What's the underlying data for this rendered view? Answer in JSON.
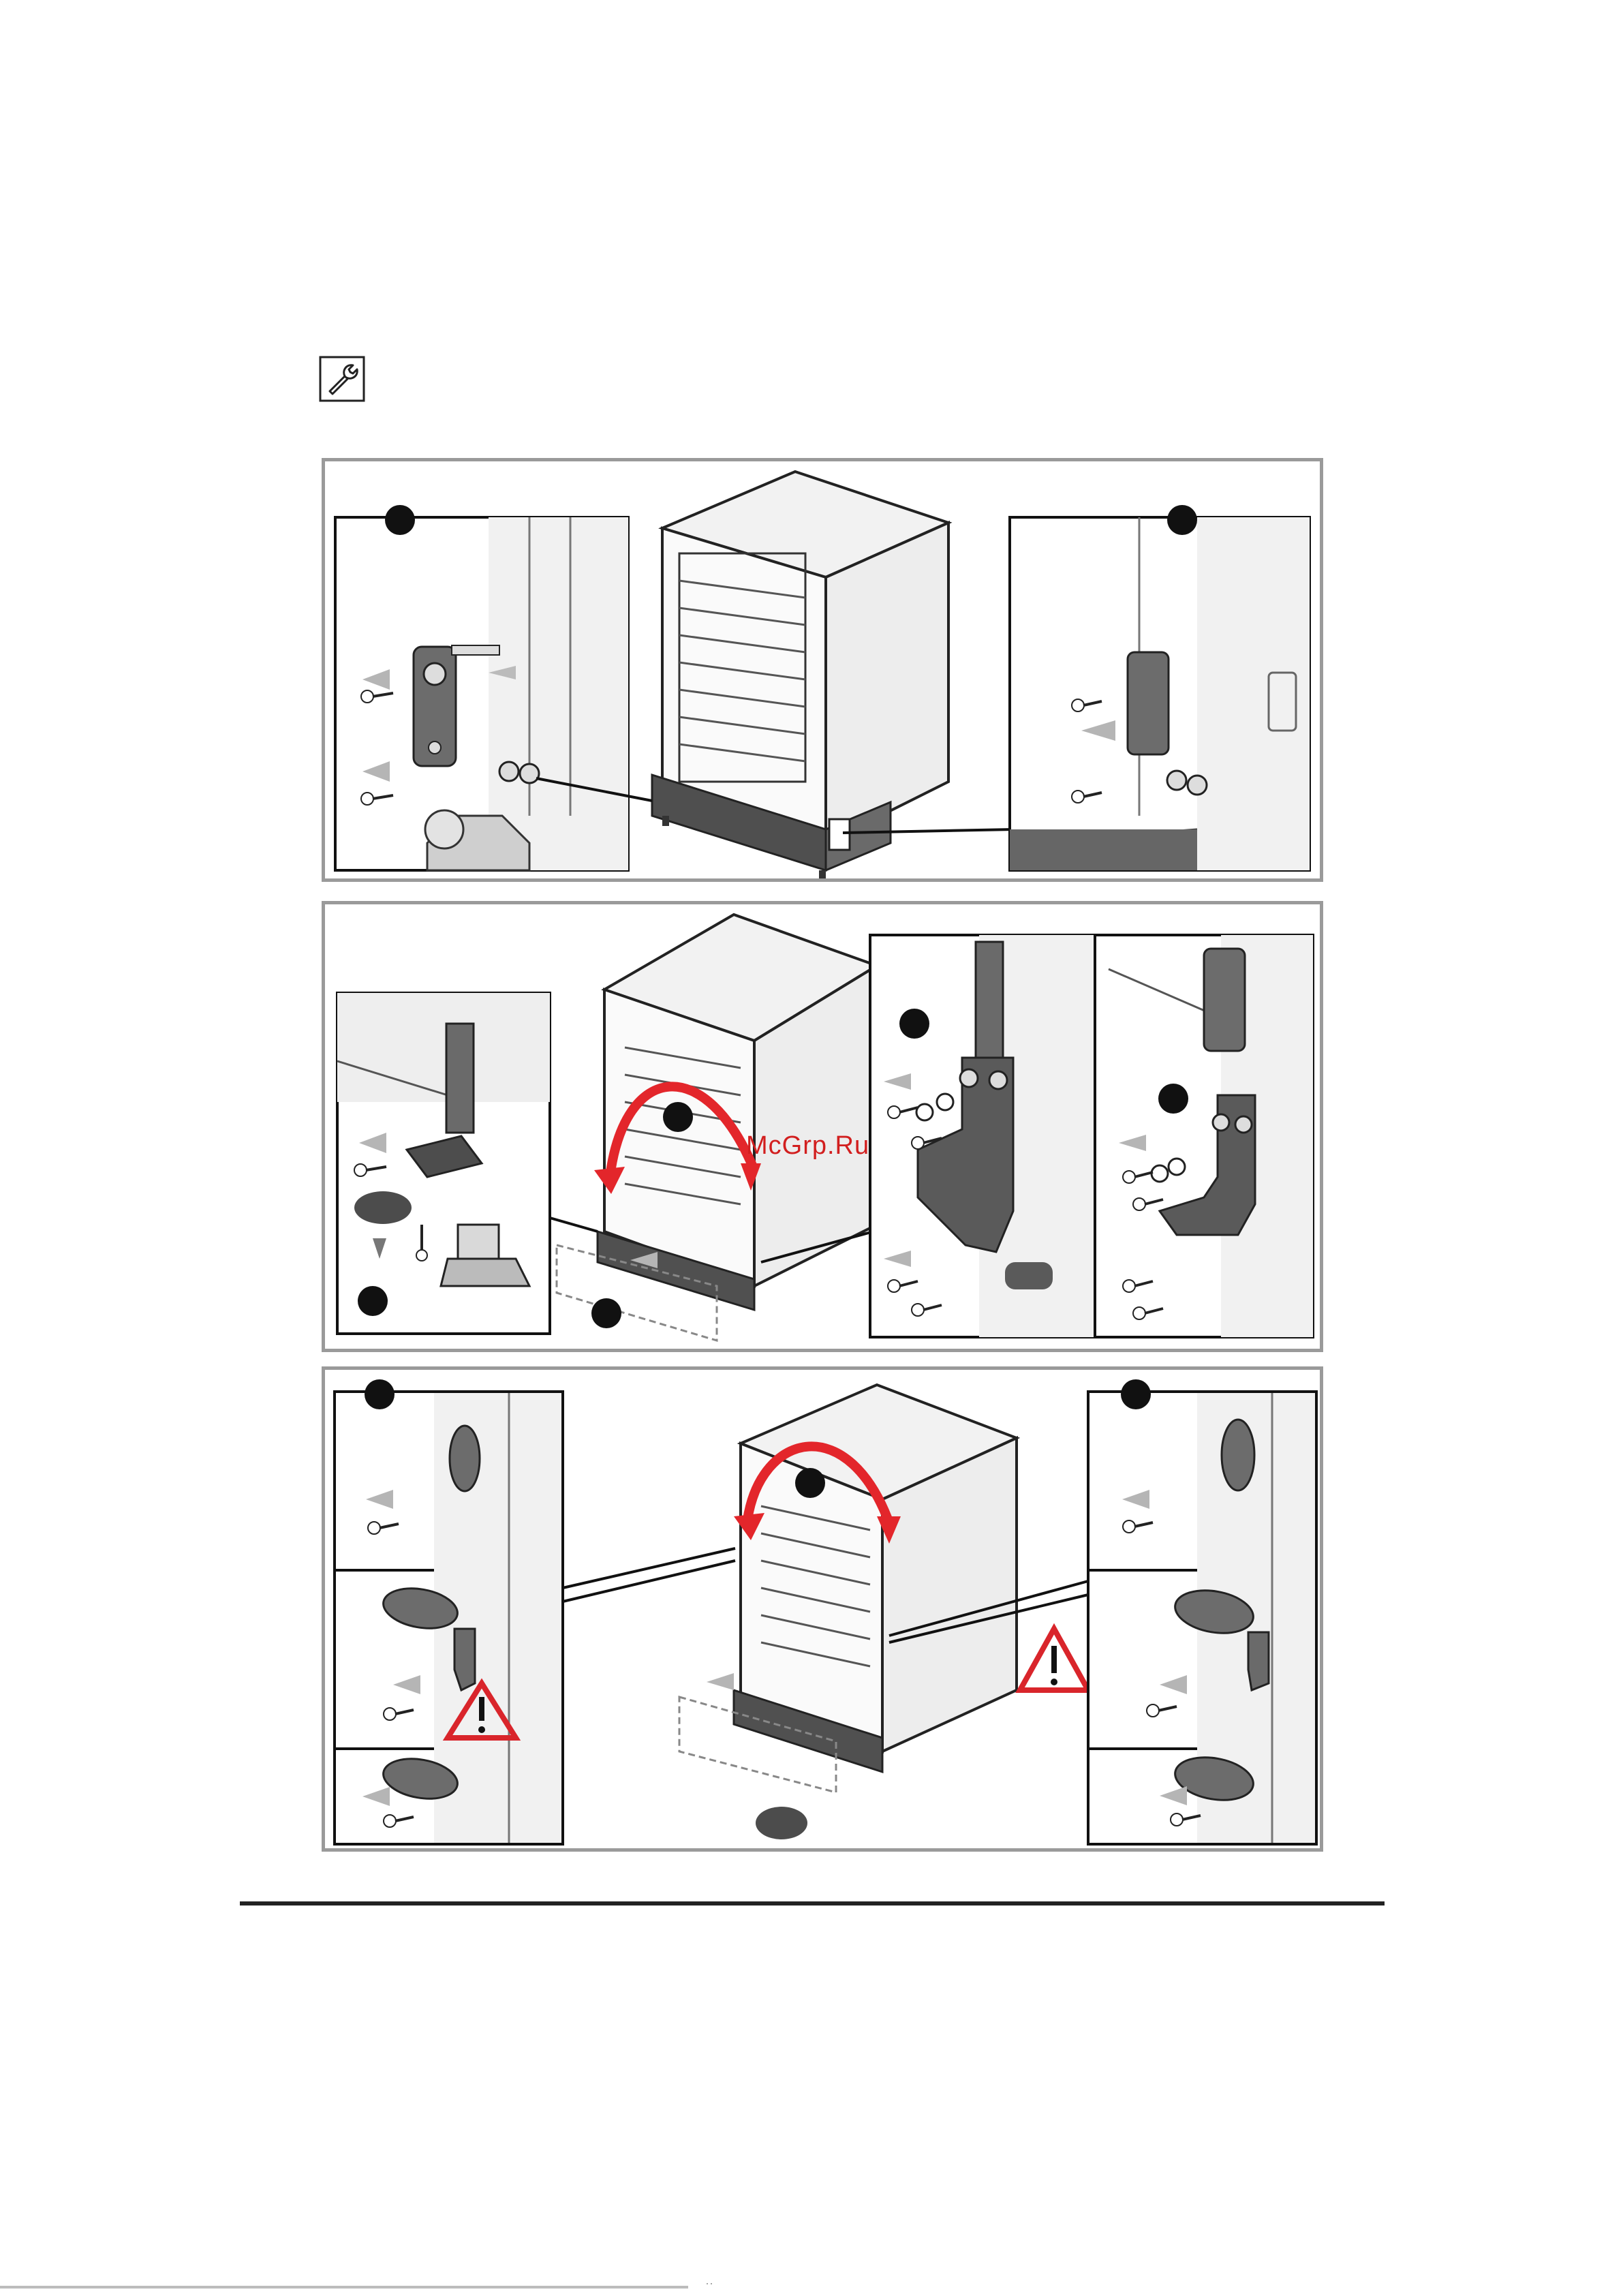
{
  "page": {
    "tool_icon": "wrench-icon",
    "watermark": "McGrp.Ru",
    "footer_mark": "··"
  },
  "colors": {
    "accent_arrow": "#e3262b",
    "panel_border": "#9a9a9a",
    "steel_light": "#f1f1f1",
    "steel_mid": "#c8c8c8",
    "steel_dark": "#5a5a5a",
    "callout_dot": "#111111",
    "warning_red": "#d9252b"
  },
  "panels": [
    {
      "id": "panel-1",
      "icons": [
        "oven-icon",
        "hinge-plate-icon",
        "screw-icon",
        "push-arrow-icon",
        "pull-arrow-icon"
      ]
    },
    {
      "id": "panel-2",
      "icons": [
        "oven-icon",
        "rotate-arrow-icon",
        "bracket-icon",
        "screw-icon",
        "washer-icon",
        "foot-icon"
      ]
    },
    {
      "id": "panel-3",
      "icons": [
        "oven-icon",
        "rotate-arrow-icon",
        "warning-icon",
        "oval-plate-icon",
        "screw-icon"
      ]
    }
  ]
}
